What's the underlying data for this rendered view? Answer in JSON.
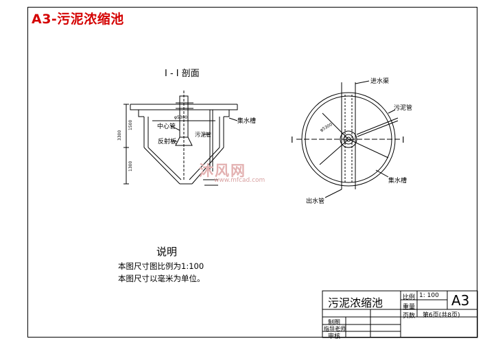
{
  "header": {
    "sheet_label": "A3-污泥浓缩池"
  },
  "section_view": {
    "title": "I - I 剖面",
    "labels": {
      "center_pipe": "中心管",
      "reflector": "反射板",
      "sludge_pipe": "污泥管",
      "collection_trough": "集水槽",
      "diameter": "φ5300",
      "dim_total": "3300",
      "dim_upper": "1500",
      "dim_lower": "1300"
    }
  },
  "plan_view": {
    "labels": {
      "inlet_channel": "进水渠",
      "sludge_pipe": "污泥管",
      "collection_trough": "集水槽",
      "outlet_pipe": "出水管",
      "diameter": "φ5300",
      "section_mark_left": "I",
      "section_mark_right": "I"
    }
  },
  "notes": {
    "title": "说明",
    "lines": [
      "本图尺寸图比例为1:100",
      "本图尺寸以毫米为单位。"
    ]
  },
  "watermark": {
    "brand": "沐风网",
    "url": "www.mfcad.com"
  },
  "title_block": {
    "drawing_title": "污泥浓缩池",
    "scale_label": "比例",
    "scale_value": "1: 100",
    "weight_label": "重量",
    "pages_label": "页数",
    "page_info": "第6页(共8页)",
    "size": "A3",
    "drawn_by_label": "制图",
    "advisor_label": "指导老师",
    "reviewed_label": "审核"
  }
}
